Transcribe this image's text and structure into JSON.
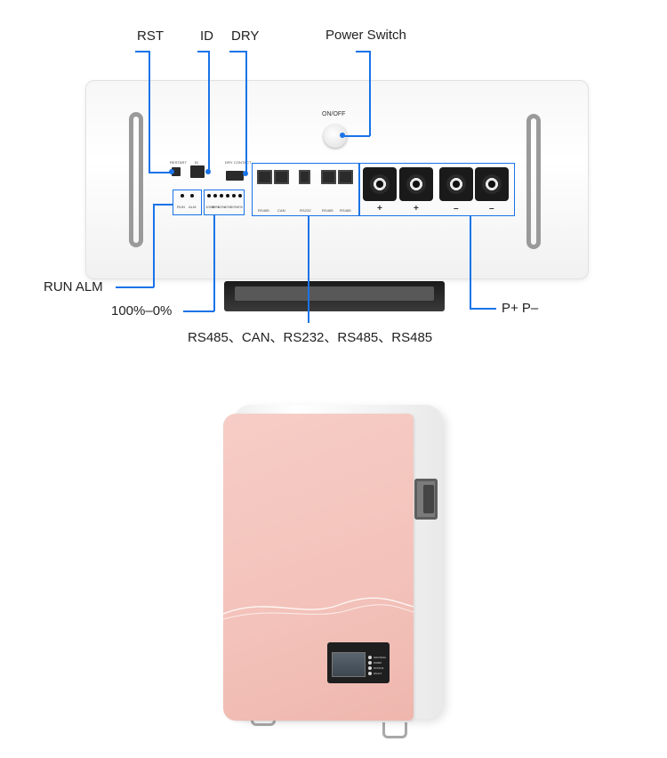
{
  "callouts": {
    "rst": "RST",
    "id": "ID",
    "dry": "DRY",
    "power_switch": "Power Switch",
    "run_alm": "RUN  ALM",
    "soc": "100%–0%",
    "comm_ports": "RS485、CAN、RS232、RS485、RS485",
    "terminals": "P+  P–"
  },
  "panel_labels": {
    "on_off": "ON/OFF",
    "restart": "RESTART",
    "id": "ID",
    "dry_contact": "DRY CONTACT",
    "run": "RUN",
    "alm": "ALM",
    "soc_steps": [
      "100%",
      "80%",
      "60%",
      "40%",
      "20%",
      "0%"
    ],
    "ports": [
      "RS485",
      "CAN",
      "RS232",
      "RS485",
      "RS485"
    ],
    "terminal_signs": [
      "+",
      "+",
      "–",
      "–"
    ]
  },
  "wall_unit": {
    "indicators": [
      "SOC/SOH",
      "WORK",
      "STATUS",
      "FAULT"
    ]
  },
  "colors": {
    "callout_blue": "#1a73e8",
    "front_pink": "#f3c2ba"
  }
}
